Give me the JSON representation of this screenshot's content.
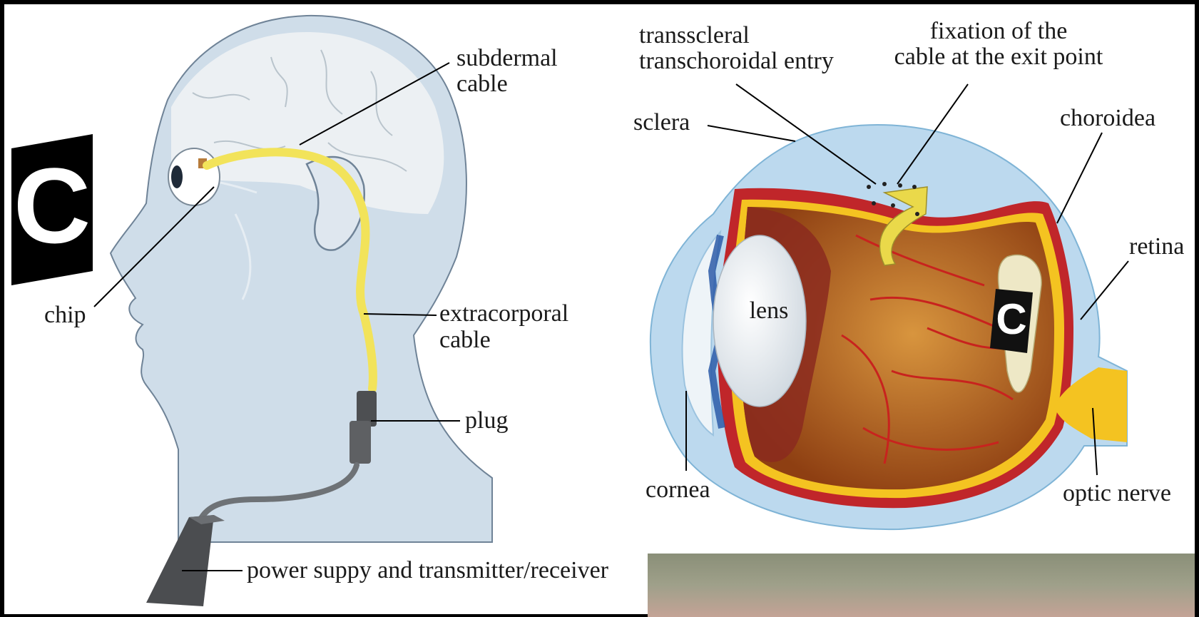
{
  "head_panel": {
    "sign_letter": "C",
    "labels": {
      "subdermal_cable": [
        "subdermal",
        "cable"
      ],
      "chip": "chip",
      "extracorporal_cable": [
        "extracorporal",
        "cable"
      ],
      "plug": "plug",
      "power_supply": "power suppy and transmitter/receiver"
    }
  },
  "eye_panel": {
    "chip_letter": "C",
    "labels": {
      "transscleral_entry": [
        "transscleral",
        "transchoroidal entry"
      ],
      "fixation": [
        "fixation of the",
        "cable at the exit point"
      ],
      "sclera": "sclera",
      "choroidea": "choroidea",
      "retina": "retina",
      "lens": "lens",
      "cornea": "cornea",
      "optic_nerve": "optic nerve"
    }
  },
  "colors": {
    "background": "#ffffff",
    "frame": "#000000",
    "skin": "#cfdde9",
    "cable": "#f2e35a",
    "sclera": "#bcd9ee",
    "choroid": "#c0262a",
    "vitreous": "#b8641e",
    "lens": "#eef2f6"
  }
}
